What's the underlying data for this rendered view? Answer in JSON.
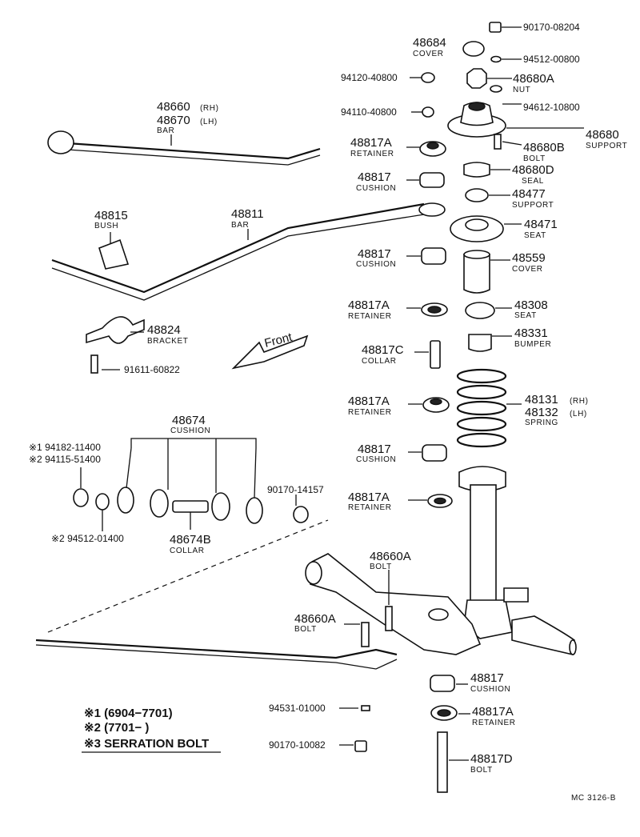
{
  "labels": {
    "p90170_08204": "90170-08204",
    "p48684": "48684",
    "p48684_name": "COVER",
    "p94512_00800": "94512-00800",
    "p94120_40800": "94120-40800",
    "p48680A": "48680A",
    "p48680A_name": "NUT",
    "p94612_10800": "94612-10800",
    "p48660": "48660",
    "p48660_side": "(RH)",
    "p48670": "48670",
    "p48670_side": "(LH)",
    "p48660_name": "BAR",
    "p94110_40800": "94110-40800",
    "p48680": "48680",
    "p48680_name": "SUPPORT",
    "p48817A_1": "48817A",
    "p48817A_1_name": "RETAINER",
    "p48680B": "48680B",
    "p48680B_name": "BOLT",
    "p48680D": "48680D",
    "p48680D_name": "SEAL",
    "p48817_1": "48817",
    "p48817_1_name": "CUSHION",
    "p48477": "48477",
    "p48477_name": "SUPPORT",
    "p48815": "48815",
    "p48815_name": "BUSH",
    "p48811": "48811",
    "p48811_name": "BAR",
    "p48471": "48471",
    "p48471_name": "SEAT",
    "p48817_2": "48817",
    "p48817_2_name": "CUSHION",
    "p48559": "48559",
    "p48559_name": "COVER",
    "p48817A_2": "48817A",
    "p48817A_2_name": "RETAINER",
    "p48308": "48308",
    "p48308_name": "SEAT",
    "p48824": "48824",
    "p48824_name": "BRACKET",
    "p48331": "48331",
    "p48331_name": "BUMPER",
    "front": "Front",
    "p48817C": "48817C",
    "p48817C_name": "COLLAR",
    "p91611_60822": "91611-60822",
    "p48817A_3": "48817A",
    "p48817A_3_name": "RETAINER",
    "p48131": "48131",
    "p48131_side": "(RH)",
    "p48132": "48132",
    "p48132_side": "(LH)",
    "p48131_name": "SPRING",
    "p48674": "48674",
    "p48674_name": "CUSHION",
    "p94182_11400": "※1 94182-11400",
    "p94115_51400": "※2 94115-51400",
    "p48817_3": "48817",
    "p48817_3_name": "CUSHION",
    "p90170_14157": "90170-14157",
    "p48817A_4": "48817A",
    "p48817A_4_name": "RETAINER",
    "p94512_01400": "※2 94512-01400",
    "p48674B": "48674B",
    "p48674B_name": "COLLAR",
    "p48660A_1": "48660A",
    "p48660A_1_name": "BOLT",
    "p48660A_2": "48660A",
    "p48660A_2_name": "BOLT",
    "p48817_4": "48817",
    "p48817_4_name": "CUSHION",
    "p94531_01000": "94531-01000",
    "p48817A_5": "48817A",
    "p48817A_5_name": "RETAINER",
    "p90170_10082": "90170-10082",
    "p48817D": "48817D",
    "p48817D_name": "BOLT",
    "code": "MC 3126-B"
  },
  "legend": {
    "note1": "※1 (6904−7701)",
    "note2": "※2 (7701−         )",
    "note3": "※3 SERRATION BOLT"
  }
}
